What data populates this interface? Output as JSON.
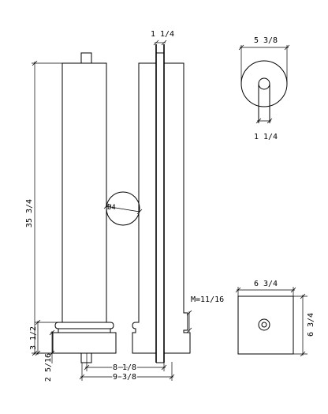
{
  "dimensions": {
    "overall_height": "35 3/4",
    "base_height": "3 1/2",
    "base_lower_height": "2 5/16",
    "base_width_inner": "8 1/8",
    "base_width_outer": "9 3/8",
    "side_thickness": "1 1/4",
    "top_view_diameter": "5 3/8",
    "top_view_stem": "1 1/4",
    "detail_diameter": "Ø4",
    "mortise": "M=11/16",
    "plinth_width": "6 3/4",
    "plinth_height": "6 3/4"
  }
}
